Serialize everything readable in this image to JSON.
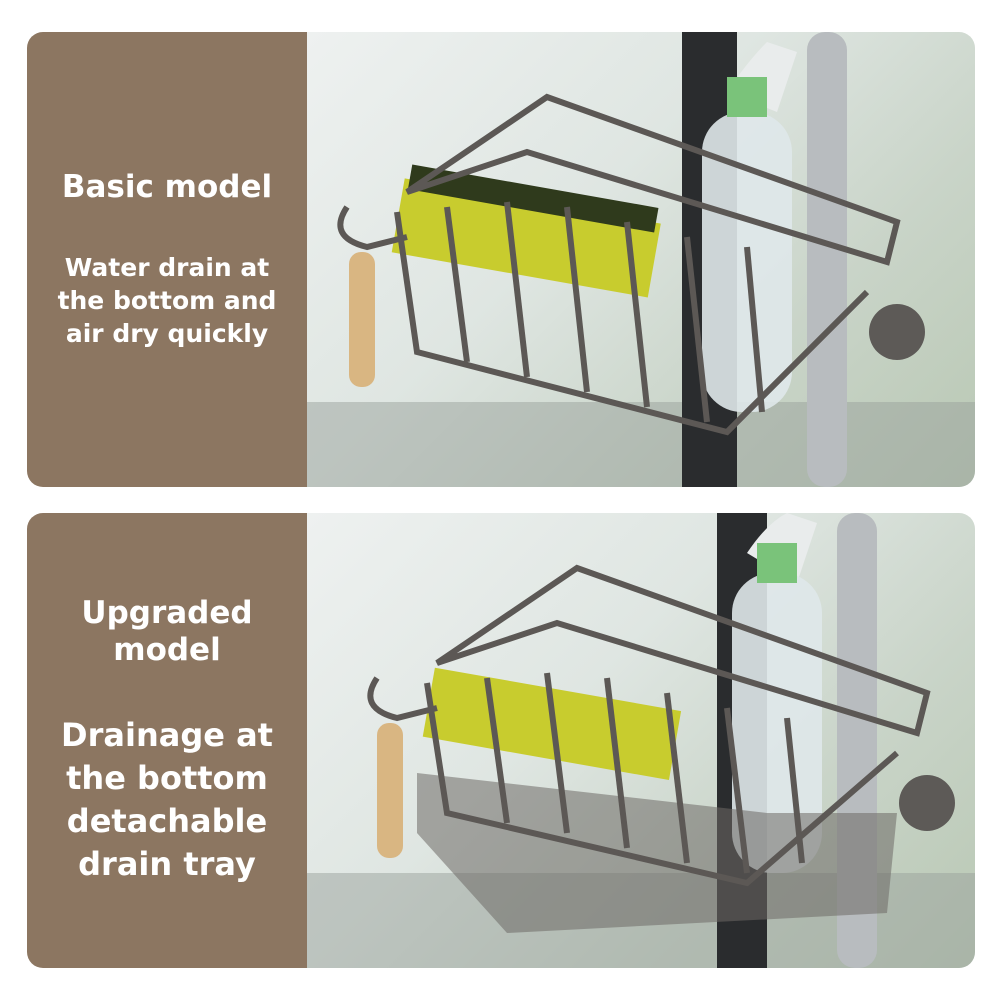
{
  "basic": {
    "title": "Basic model",
    "description": "Water drain at the bottom and air dry quickly"
  },
  "upgraded": {
    "title": "Upgraded model",
    "description": "Drainage at the bottom detachable drain tray"
  },
  "colors": {
    "panel": "#8c7661",
    "text": "#ffffff"
  }
}
